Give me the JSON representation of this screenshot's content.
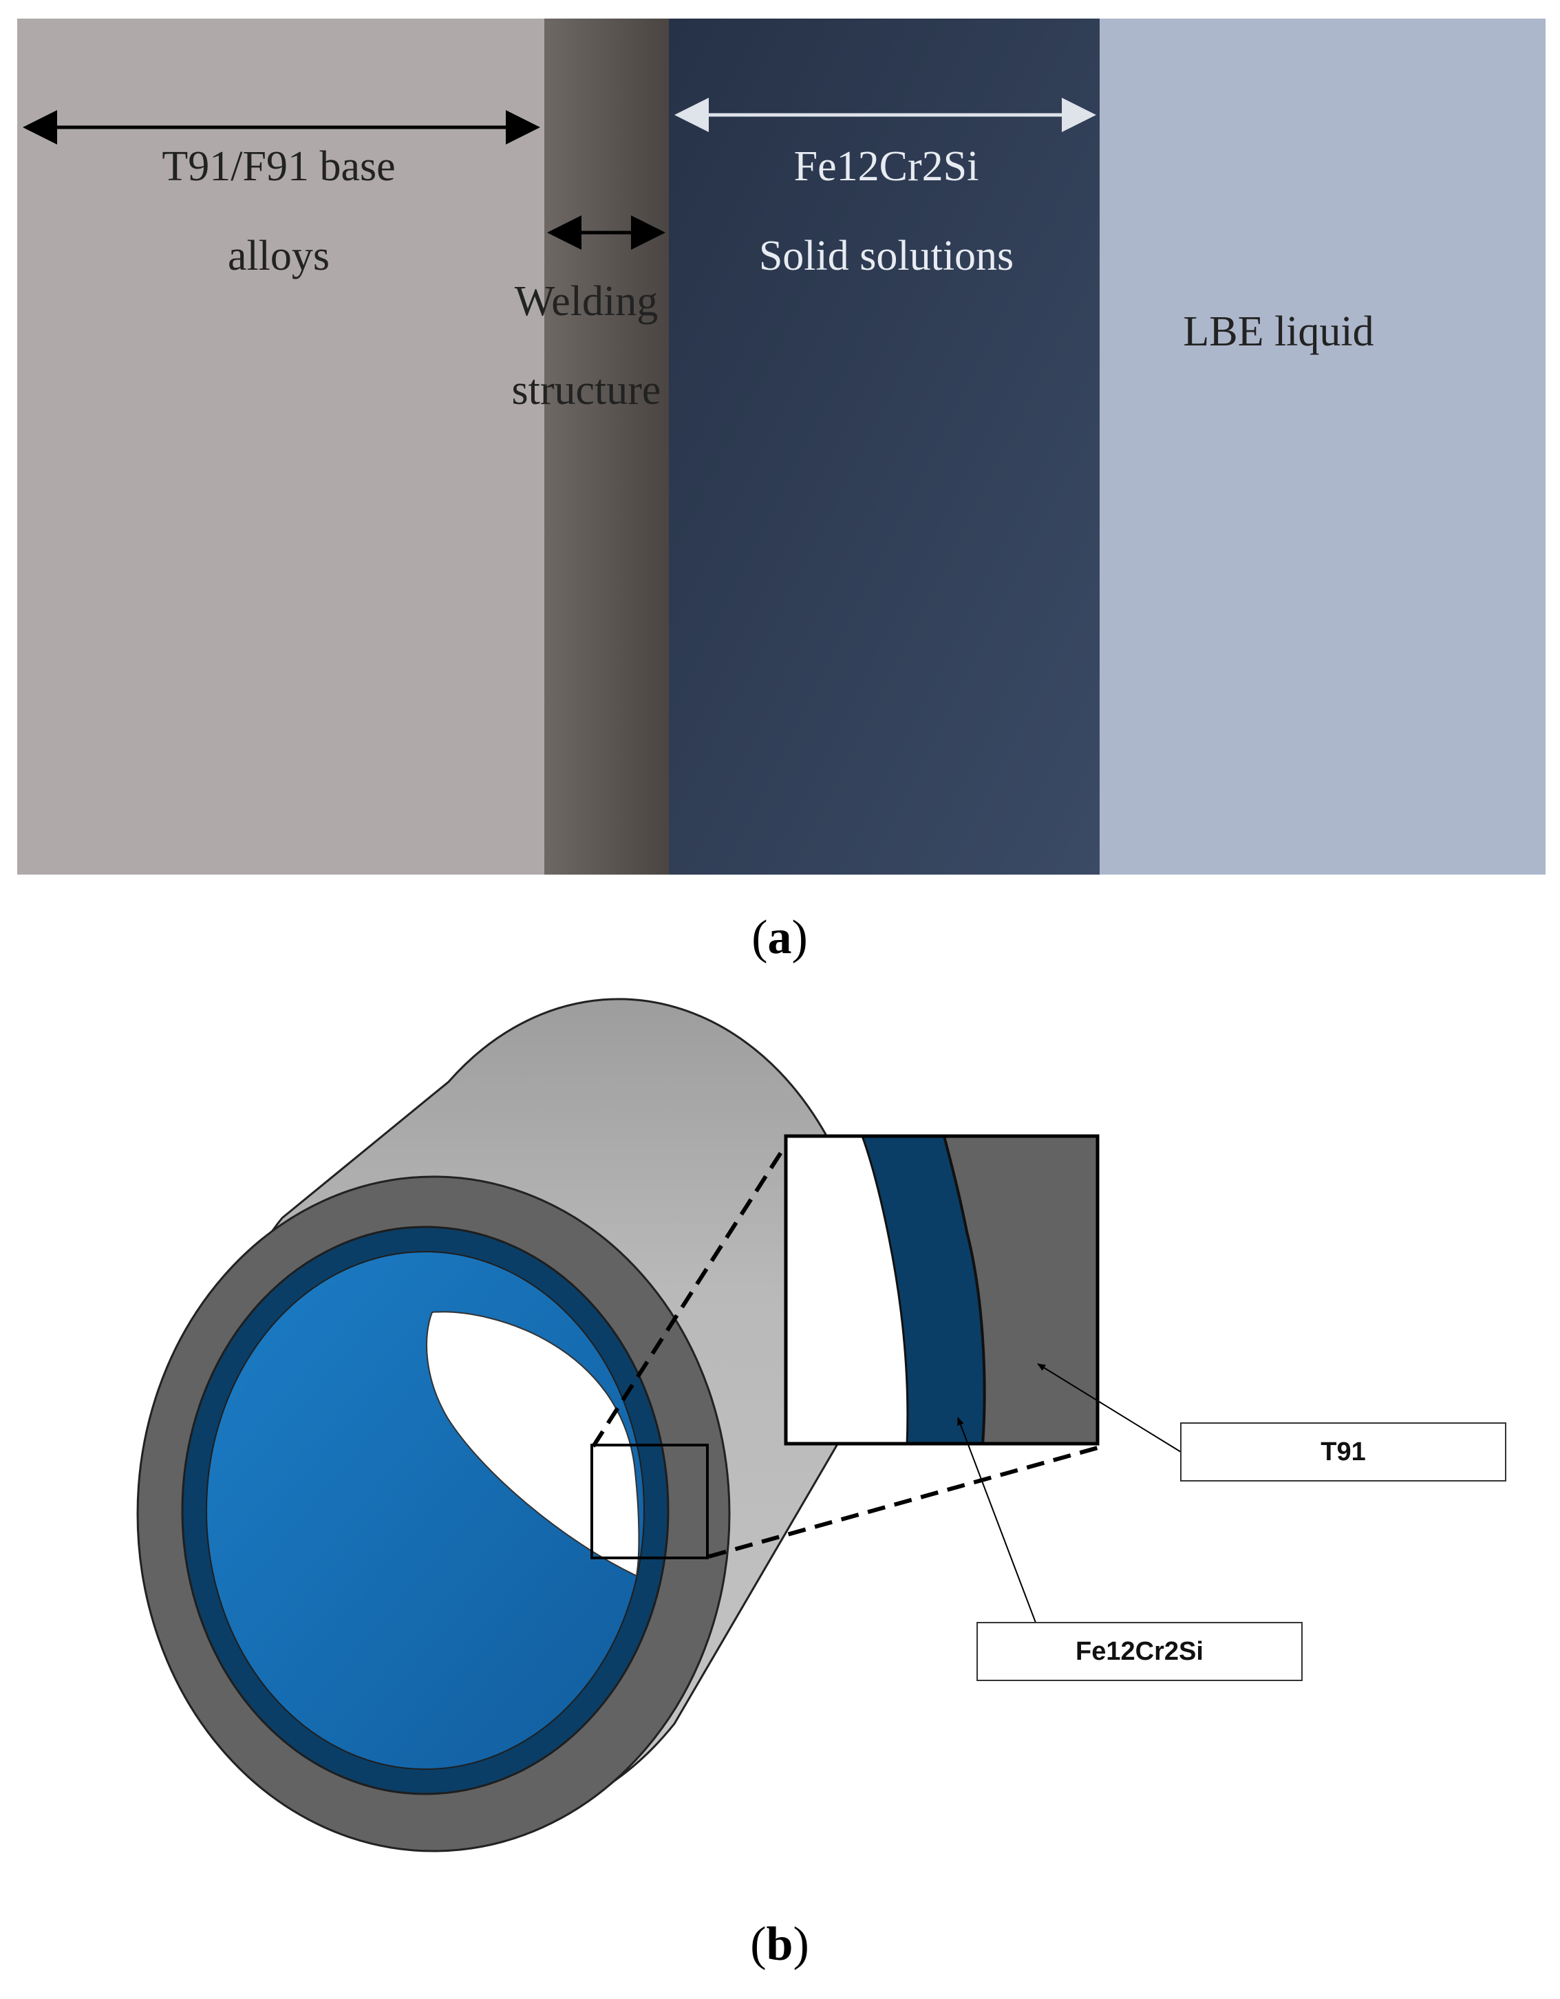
{
  "panel_a": {
    "regions": [
      {
        "name": "base",
        "lines": [
          "T91/F91 base",
          "alloys"
        ],
        "color": "#afaaa9"
      },
      {
        "name": "weld",
        "lines": [
          "Welding",
          "structure"
        ],
        "color": "#595350"
      },
      {
        "name": "solid",
        "lines": [
          "Fe12Cr2Si",
          "Solid solutions"
        ],
        "color": "#2f3d56"
      },
      {
        "name": "lbe",
        "lines": [
          "LBE liquid"
        ],
        "color": "#adb7cb"
      }
    ],
    "caption": {
      "open": "(",
      "letter": "a",
      "close": ")"
    }
  },
  "panel_b": {
    "labels": {
      "t91": "T91",
      "fe": "Fe12Cr2Si"
    },
    "caption": {
      "open": "(",
      "letter": "b",
      "close": ")"
    },
    "colors": {
      "outer": "#636363",
      "shell": "#b5b5b5",
      "coating": "#0a3e66",
      "bore": "#1a76c0"
    }
  }
}
